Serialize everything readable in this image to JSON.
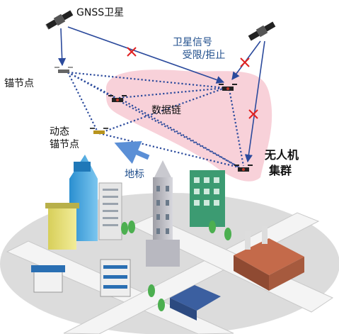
{
  "labels": {
    "gnss": "GNSS卫星",
    "signal_line1": "卫星信号",
    "signal_line2": "受限/拒止",
    "anchor": "锚节点",
    "datalink": "数据链",
    "dynamic_line1": "动态",
    "dynamic_line2": "锚节点",
    "cluster_line1": "无人机",
    "cluster_line2": "集群",
    "landmark": "地标"
  },
  "colors": {
    "link_blue": "#2b4a9c",
    "blocked_red": "#e02020",
    "cluster_pink": "#f7c9d2",
    "ground": "#dcdcdc",
    "road": "#f4f4f4",
    "arrow_blue": "#5b8fd6"
  }
}
